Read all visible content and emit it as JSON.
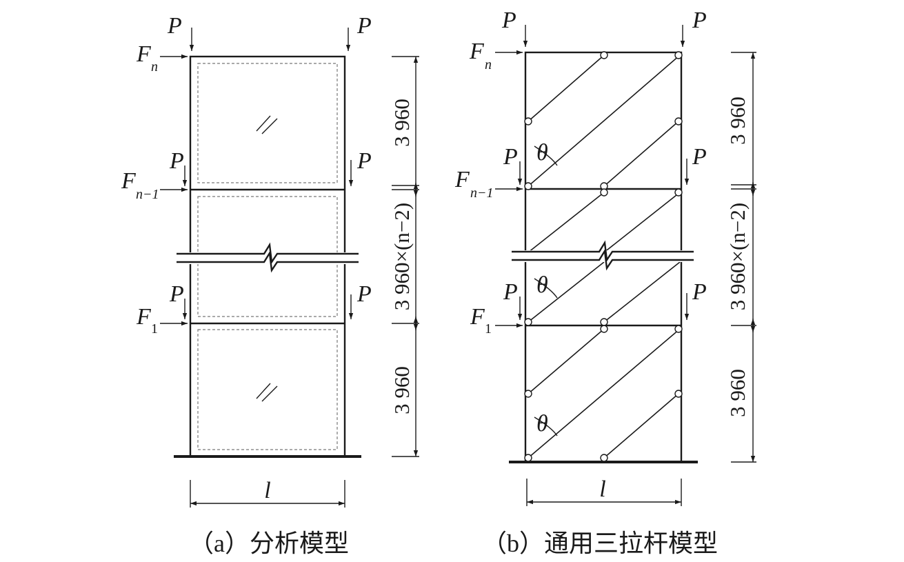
{
  "panels": {
    "a": {
      "caption": "（a）分析模型",
      "loads": {
        "P": "P",
        "F_top": "F",
        "F_top_sub": "n",
        "F_mid": "F",
        "F_mid_sub": "n−1",
        "F_bot": "F",
        "F_bot_sub": "1"
      },
      "glass_mark": "//",
      "dim_top": "3 960",
      "dim_mid": "3 960×(n−2)",
      "dim_bot": "3 960",
      "width_label": "l"
    },
    "b": {
      "caption": "（b）通用三拉杆模型",
      "loads": {
        "P": "P",
        "F_top": "F",
        "F_top_sub": "n",
        "F_mid": "F",
        "F_mid_sub": "n−1",
        "F_bot": "F",
        "F_bot_sub": "1"
      },
      "angle": "θ",
      "dim_top": "3 960",
      "dim_mid": "3 960×(n−2)",
      "dim_bot": "3 960",
      "width_label": "l"
    }
  }
}
